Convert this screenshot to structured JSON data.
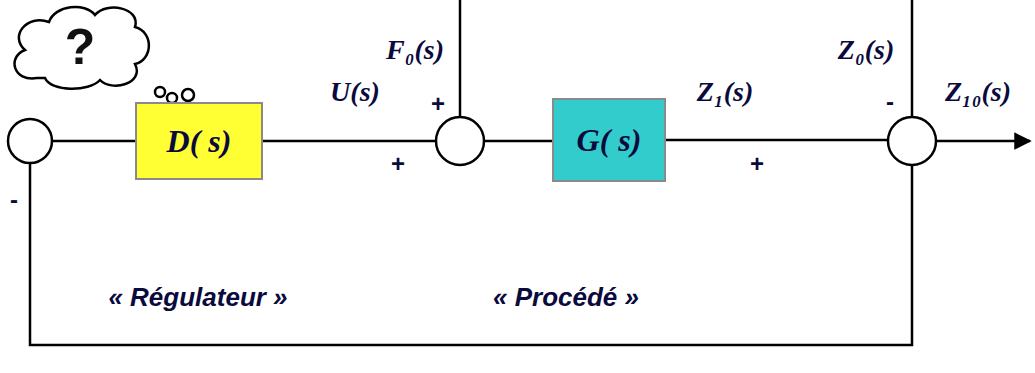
{
  "diagram": {
    "nodes": [
      {
        "text": [
          "?"
        ]
      },
      {
        "text": [
          "D( s)"
        ]
      },
      {
        "text": [
          "G( s)"
        ]
      }
    ],
    "edges": [
      {
        "from": 1,
        "to": 2,
        "arrow": "none"
      },
      {
        "from": 2,
        "to": 1,
        "arrow": "none"
      }
    ],
    "labels": [
      "F₀(s)",
      "+",
      "Z₀(s)",
      "-",
      "U(s)",
      "+",
      "Z₁(s)",
      "+",
      "Z₁₀(s)",
      "-",
      "« Régulateur »",
      "« Procédé »"
    ]
  }
}
